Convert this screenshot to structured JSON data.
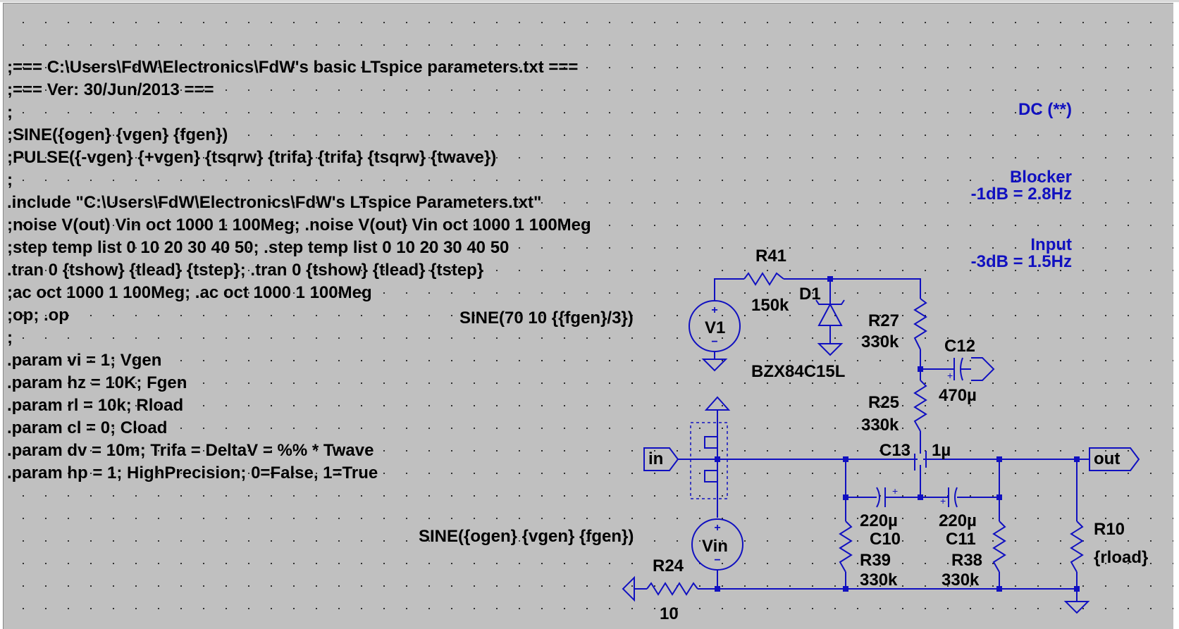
{
  "directives": [
    ";=== C:\\Users\\FdW\\Electronics\\FdW's basic LTspice parameters.txt ===",
    ";=== Ver: 30/Jun/2013 ===",
    ";",
    ";SINE({ogen} {vgen} {fgen})",
    ";PULSE({-vgen} {+vgen} {tsqrw} {trifa} {trifa} {tsqrw} {twave})",
    ";",
    ".include \"C:\\Users\\FdW\\Electronics\\FdW's LTspice Parameters.txt\"",
    ";noise V(out) Vin oct 1000 1 100Meg; .noise V(out) Vin oct 1000 1 100Meg",
    ";step temp list 0 10 20 30 40 50; .step temp list 0 10 20 30 40 50",
    ".tran 0 {tshow} {tlead} {tstep}; .tran 0 {tshow} {tlead} {tstep}",
    ";ac oct 1000 1 100Meg; .ac oct 1000 1 100Meg",
    ";op; .op",
    ";",
    ".param vi = 1; Vgen",
    ".param hz = 10K; Fgen",
    ".param rl = 10k; Rload",
    ".param cl = 0; Cload",
    ".param dv = 10m; Trifa = DeltaV = %% * Twave",
    ".param hp = 1; HighPrecision; 0=False, 1=True"
  ],
  "title_note": [
    "DC (**)",
    "Blocker",
    "Input"
  ],
  "freq_note": [
    "-1dB = 2.8Hz",
    "-3dB = 1.5Hz"
  ],
  "components": {
    "r41": {
      "name": "R41",
      "value": "150k"
    },
    "d1": {
      "name": "D1",
      "value": "BZX84C15L"
    },
    "v1": {
      "name": "V1",
      "value": "SINE(70 10 {{fgen}/3})"
    },
    "r27": {
      "name": "R27",
      "value": "330k"
    },
    "c12": {
      "name": "C12",
      "value": "470µ"
    },
    "r25": {
      "name": "R25",
      "value": "330k"
    },
    "c13": {
      "name": "C13",
      "value": "1µ"
    },
    "vin": {
      "name": "Vin",
      "value": "SINE({ogen} {vgen} {fgen})"
    },
    "r24": {
      "name": "R24",
      "value": "10"
    },
    "c10": {
      "name": "C10",
      "value": "220µ"
    },
    "c11": {
      "name": "C11",
      "value": "220µ"
    },
    "r39": {
      "name": "R39",
      "value": "330k"
    },
    "r38": {
      "name": "R38",
      "value": "330k"
    },
    "r10": {
      "name": "R10",
      "value": "{rload}"
    }
  },
  "ports": {
    "in": "in",
    "out": "out"
  },
  "colors": {
    "background": "#c0c0c0",
    "wire": "#1010c0",
    "text": "#000000",
    "grid_dot": "#1a1a1a"
  }
}
